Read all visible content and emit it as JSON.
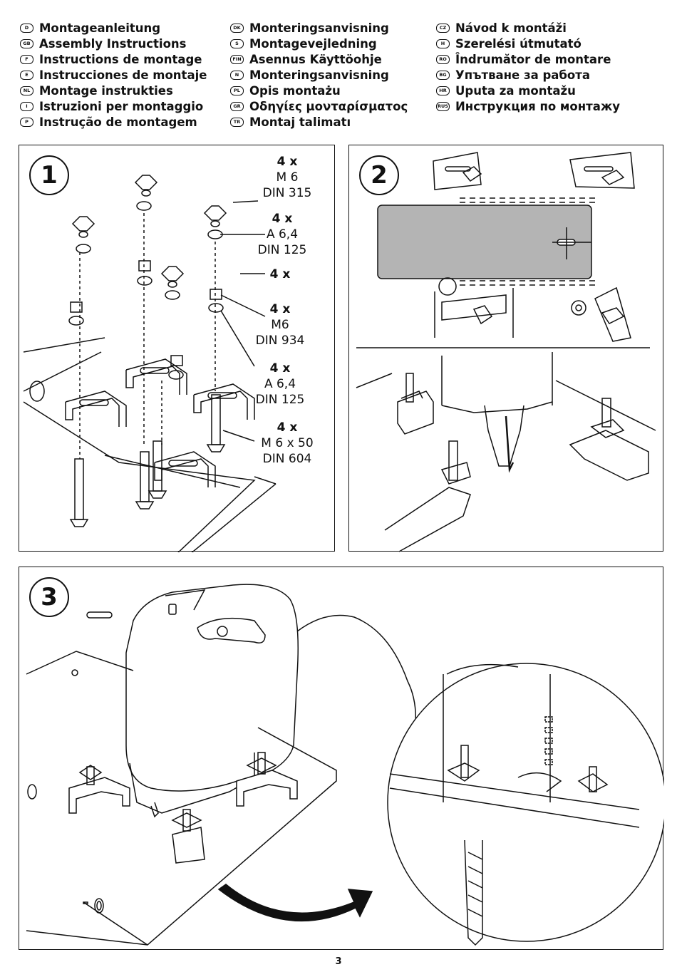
{
  "languages": {
    "col1": [
      {
        "code": "D",
        "text": "Montageanleitung"
      },
      {
        "code": "GB",
        "text": "Assembly Instructions"
      },
      {
        "code": "F",
        "text": "Instructions de montage"
      },
      {
        "code": "E",
        "text": "Instrucciones de montaje"
      },
      {
        "code": "NL",
        "text": "Montage instrukties"
      },
      {
        "code": "I",
        "text": "Istruzioni per montaggio"
      },
      {
        "code": "P",
        "text": "Instrução de montagem"
      }
    ],
    "col2": [
      {
        "code": "DK",
        "text": "Monteringsanvisning"
      },
      {
        "code": "S",
        "text": "Montagevejledning"
      },
      {
        "code": "FIN",
        "text": "Asennus Käyttöohje"
      },
      {
        "code": "N",
        "text": "Monteringsanvisning"
      },
      {
        "code": "PL",
        "text": "Opis montażu"
      },
      {
        "code": "GR",
        "text": "Οδηγίες μονταρίσματος"
      },
      {
        "code": "TR",
        "text": "Montaj talimatı"
      }
    ],
    "col3": [
      {
        "code": "CZ",
        "text": "Návod k montáži"
      },
      {
        "code": "H",
        "text": "Szerelési útmutató"
      },
      {
        "code": "RO",
        "text": "Îndrumător de montare"
      },
      {
        "code": "BG",
        "text": "Упътване за работа"
      },
      {
        "code": "HR",
        "text": "Uputa za montažu"
      },
      {
        "code": "RUS",
        "text": "Инструкция по монтажу"
      }
    ]
  },
  "steps": {
    "step1_number": "1",
    "step2_number": "2",
    "step3_number": "3"
  },
  "parts": {
    "wing_nut": {
      "qty": "4 x",
      "spec": "M 6",
      "norm": "DIN 315"
    },
    "washer_top": {
      "qty": "4 x",
      "spec": "A 6,4",
      "norm": "DIN 125"
    },
    "clamp": {
      "qty": "4 x"
    },
    "hex_nut": {
      "qty": "4 x",
      "spec": "M6",
      "norm": "DIN 934"
    },
    "washer_bottom": {
      "qty": "4 x",
      "spec": "A 6,4",
      "norm": "DIN 125"
    },
    "screw": {
      "qty": "4 x",
      "spec": "M 6 x 50",
      "norm": "DIN 604"
    }
  },
  "page_number": "3"
}
